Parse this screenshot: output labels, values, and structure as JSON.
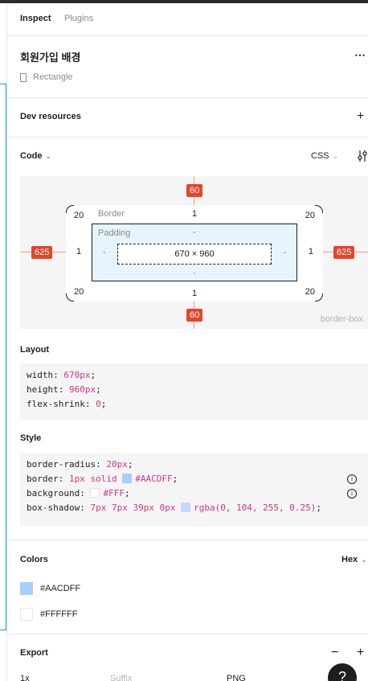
{
  "tabs": [
    {
      "label": "Inspect",
      "active": true
    },
    {
      "label": "Plugins",
      "active": false
    }
  ],
  "layer": {
    "name": "회원가입 배경",
    "type": "Rectangle",
    "more_label": "⋯"
  },
  "dev_resources": {
    "label": "Dev resources",
    "add_label": "+"
  },
  "code": {
    "label": "Code",
    "language": "CSS",
    "settings_icon": "adjust-icon"
  },
  "box_model": {
    "margin_top": "60",
    "margin_bottom": "60",
    "margin_left": "625",
    "margin_right": "625",
    "radius_tl": "20",
    "radius_tr": "20",
    "radius_bl": "20",
    "radius_br": "20",
    "border_label": "Border",
    "border_top": "1",
    "border_bottom": "1",
    "border_left": "1",
    "border_right": "1",
    "padding_label": "Padding",
    "padding_top": "-",
    "padding_bottom": "-",
    "padding_left": "-",
    "padding_right": "-",
    "content_size": "670 × 960",
    "box_sizing": "border-box"
  },
  "layout": {
    "label": "Layout",
    "lines": [
      {
        "prop": "width: ",
        "value": "670px",
        "end": ";"
      },
      {
        "prop": "height: ",
        "value": "960px",
        "end": ";"
      },
      {
        "prop": "flex-shrink: ",
        "value": "0",
        "end": ";"
      }
    ]
  },
  "style": {
    "label": "Style",
    "border_radius": {
      "prop": "border-radius: ",
      "value": "20px",
      "end": ";"
    },
    "border": {
      "prop": "border: ",
      "value": "1px solid ",
      "color": "#AACDFF",
      "end": ";"
    },
    "background": {
      "prop": "background: ",
      "color": "#FFF",
      "end": ";"
    },
    "box_shadow": {
      "prop": "box-shadow: ",
      "value": "7px 7px 39px 0px ",
      "func": "rgba(",
      "args": "0, 104, 255, 0.25",
      "close": ")",
      "end": ";"
    },
    "info_icon": "i"
  },
  "colors": {
    "label": "Colors",
    "format": "Hex",
    "items": [
      {
        "hex": "#AACDFF"
      },
      {
        "hex": "#FFFFFF"
      }
    ]
  },
  "export": {
    "label": "Export",
    "remove_label": "−",
    "add_label": "+",
    "scale": "1x",
    "suffix_placeholder": "Suffix",
    "format": "PNG"
  },
  "help_label": "?"
}
